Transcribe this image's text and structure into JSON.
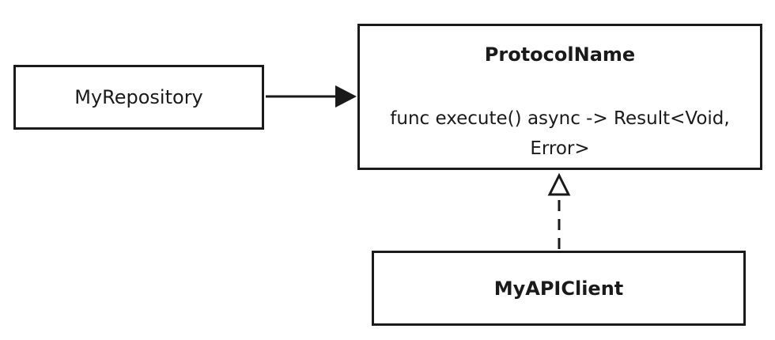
{
  "diagram": {
    "repository": {
      "label": "MyRepository"
    },
    "protocol": {
      "name": "ProtocolName",
      "method": "func execute() async -> Result<Void, Error>"
    },
    "client": {
      "label": "MyAPIClient"
    },
    "colors": {
      "stroke": "#1a1a1a",
      "background": "#ffffff"
    }
  }
}
